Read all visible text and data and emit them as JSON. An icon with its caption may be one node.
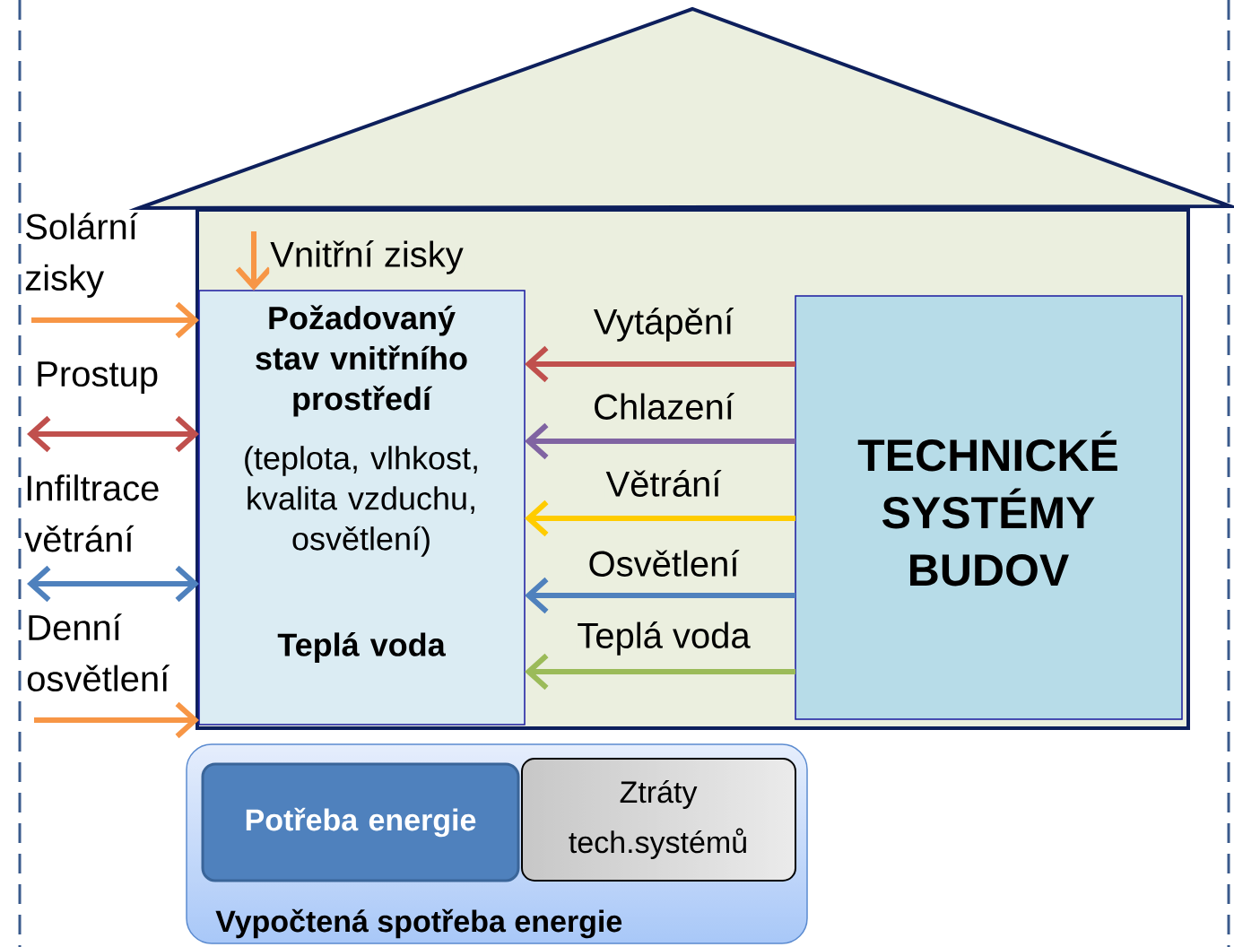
{
  "diagram": {
    "nodes": [
      {
        "text": [
          "Požadovaný stav vnitřního prostředí",
          "(teplota, vlhkost, kvalita vzduchu, osvětlení)",
          "Teplá voda"
        ]
      },
      {
        "text": [
          "TECHNICKÉ SYSTÉMY BUDOV"
        ]
      },
      {
        "text": [
          "Vypočtená spotřeba energie"
        ]
      },
      {
        "text": [
          "Potřeba energie"
        ],
        "in": 2
      },
      {
        "text": [
          "Ztráty tech.systémů"
        ],
        "in": 2
      }
    ],
    "edges": [
      {
        "from": null,
        "to": 0,
        "arrow": "to",
        "label": "Solární zisky",
        "color": "#f79646"
      },
      {
        "from": null,
        "to": 0,
        "arrow": "both",
        "label": "Prostup",
        "color": "#c0504d"
      },
      {
        "from": null,
        "to": 0,
        "arrow": "both",
        "label": "Infiltrace větrání",
        "color": "#4f81bd"
      },
      {
        "from": null,
        "to": 0,
        "arrow": "to",
        "label": "Denní osvětlení",
        "color": "#f79646"
      },
      {
        "from": null,
        "to": 0,
        "arrow": "to",
        "label": "Vnitřní zisky",
        "color": "#f79646"
      },
      {
        "from": 1,
        "to": 0,
        "arrow": "to",
        "label": "Vytápění",
        "color": "#c0504d"
      },
      {
        "from": 1,
        "to": 0,
        "arrow": "to",
        "label": "Chlazení",
        "color": "#8064a2"
      },
      {
        "from": 1,
        "to": 0,
        "arrow": "to",
        "label": "Větrání",
        "color": "#ffcc00"
      },
      {
        "from": 1,
        "to": 0,
        "arrow": "to",
        "label": "Osvětlení",
        "color": "#4f81bd"
      },
      {
        "from": 1,
        "to": 0,
        "arrow": "to",
        "label": "Teplá voda",
        "color": "#9bbb59"
      }
    ]
  }
}
